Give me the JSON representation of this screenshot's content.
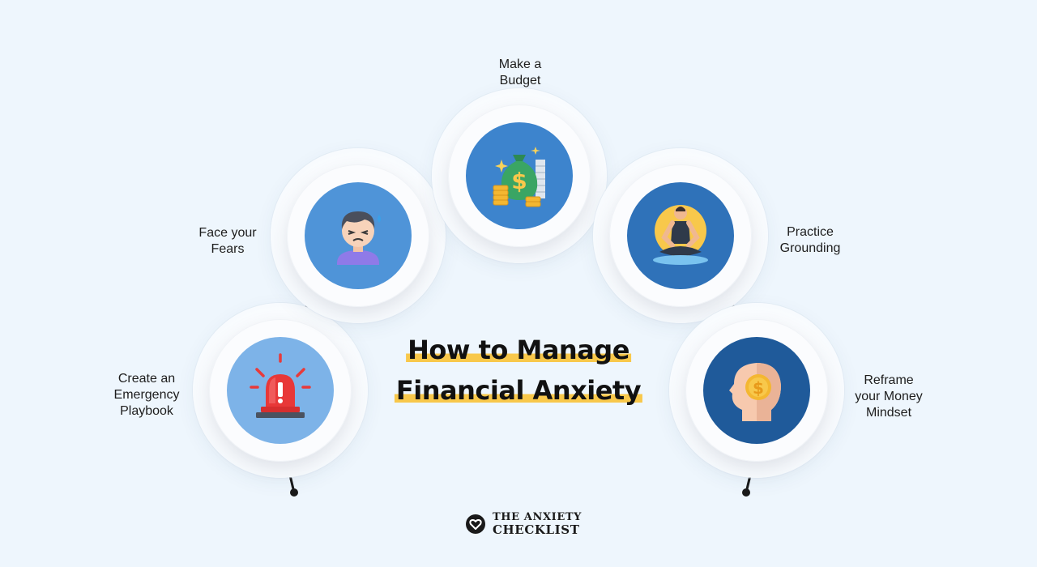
{
  "title": {
    "line1": "How to Manage",
    "line2": "Financial Anxiety"
  },
  "steps": [
    {
      "id": "emergency",
      "label": "Create an\nEmergency\nPlaybook",
      "icon": "alarm-siren-icon",
      "color": "#7db3e8"
    },
    {
      "id": "fears",
      "label": "Face your\nFears",
      "icon": "worried-person-icon",
      "color": "#4f94d8"
    },
    {
      "id": "budget",
      "label": "Make a\nBudget",
      "icon": "money-bag-icon",
      "color": "#3d84cd"
    },
    {
      "id": "grounding",
      "label": "Practice\nGrounding",
      "icon": "meditation-icon",
      "color": "#2f72b9"
    },
    {
      "id": "reframe",
      "label": "Reframe\nyour Money\nMindset",
      "icon": "head-coin-icon",
      "color": "#1f5a9a"
    }
  ],
  "brand": {
    "line1": "THE ANXIETY",
    "line2": "CHECKLIST",
    "icon": "heart-badge-icon"
  },
  "colors": {
    "background": "#eef6fd",
    "highlight": "#f8c84b",
    "connector": "#1a1a1a"
  }
}
